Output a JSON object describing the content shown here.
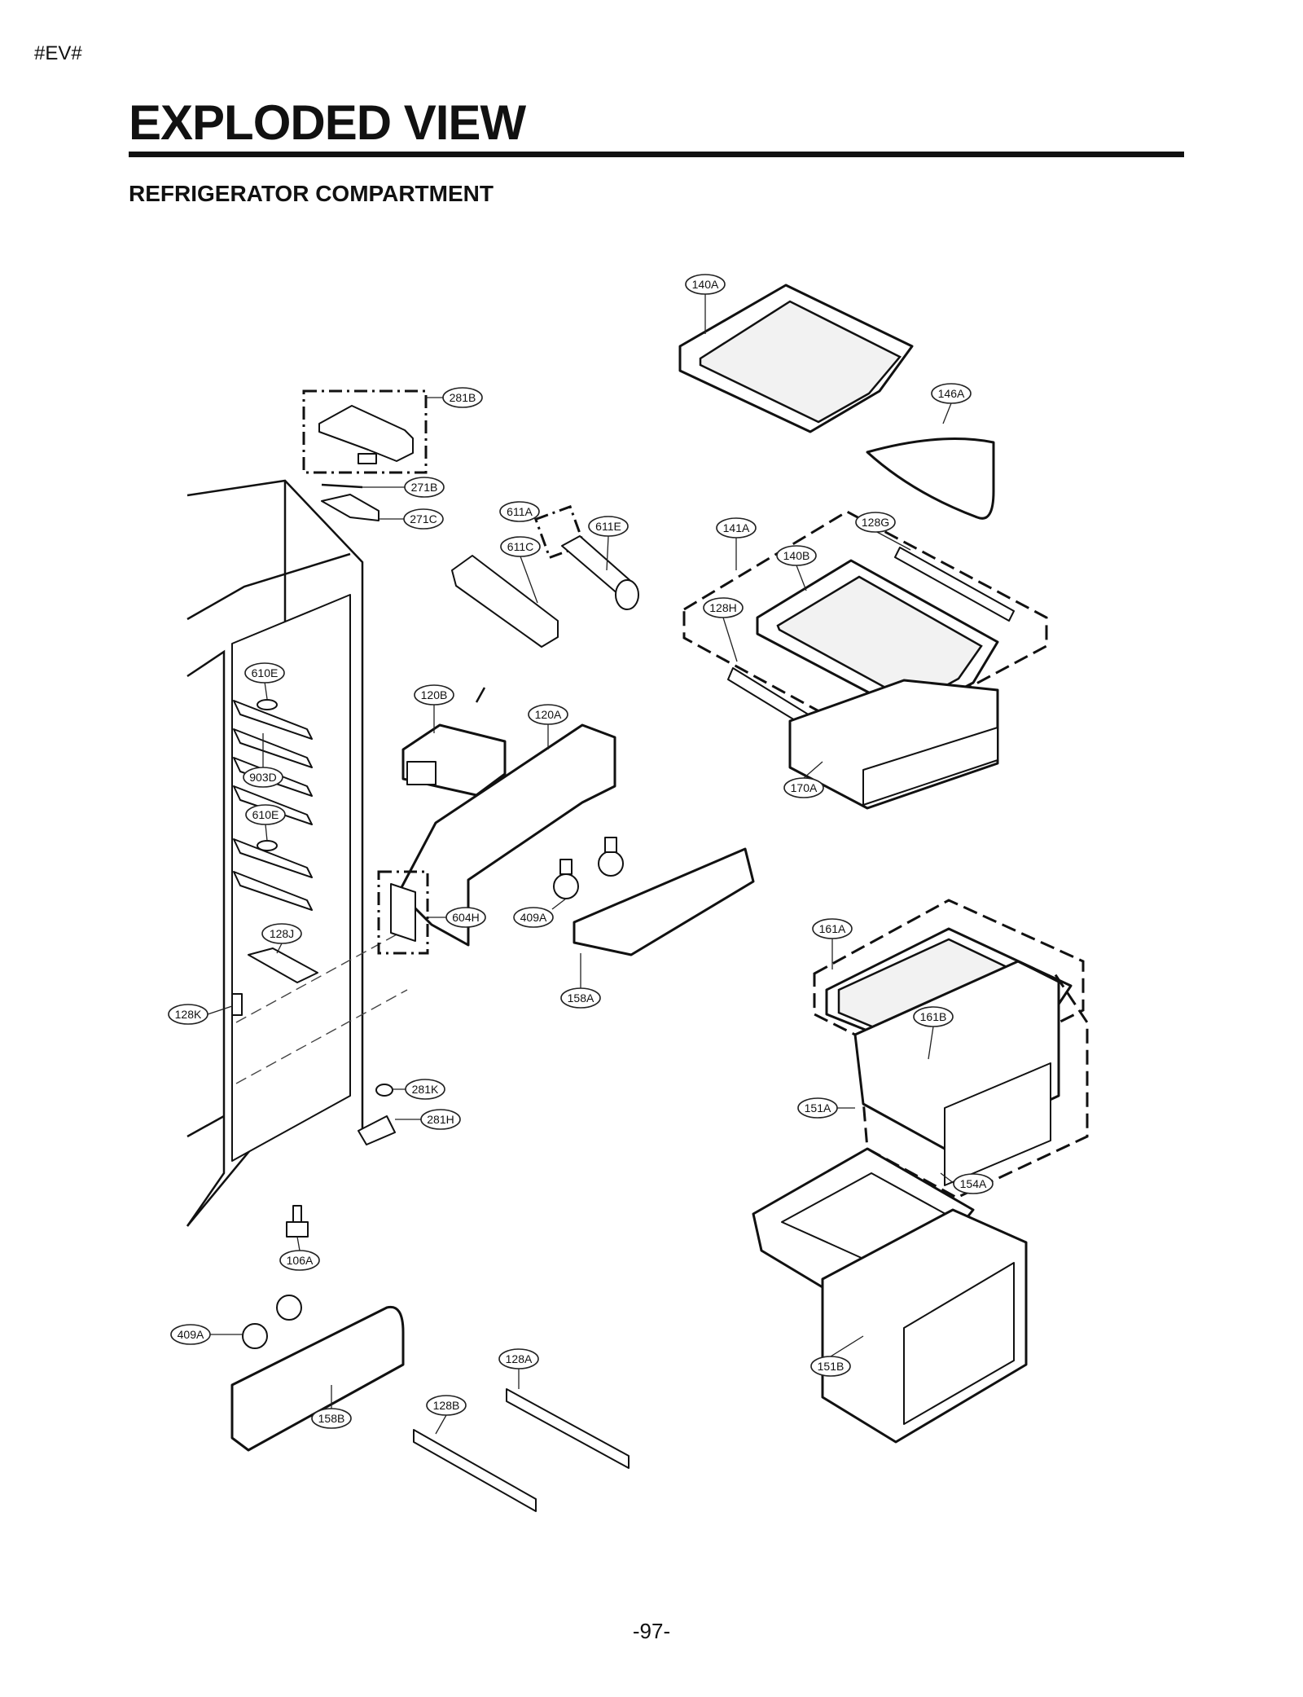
{
  "header": {
    "code": "#EV#",
    "title": "EXPLODED VIEW",
    "subtitle": "REFRIGERATOR COMPARTMENT"
  },
  "callouts": {
    "c140A": "140A",
    "c146A": "146A",
    "c281B": "281B",
    "c271B": "271B",
    "c271C": "271C",
    "c611A": "611A",
    "c611C": "611C",
    "c611E": "611E",
    "c141A": "141A",
    "c128G": "128G",
    "c140B": "140B",
    "c128H": "128H",
    "c610E_1": "610E",
    "c120B": "120B",
    "c120A": "120A",
    "c170A": "170A",
    "c903D": "903D",
    "c610E_2": "610E",
    "c409A_1": "409A",
    "c604H": "604H",
    "c161A": "161A",
    "c128J": "128J",
    "c158A": "158A",
    "c161B": "161B",
    "c128K": "128K",
    "c281K": "281K",
    "c281H": "281H",
    "c151A": "151A",
    "c154A": "154A",
    "c106A": "106A",
    "c409A_2": "409A",
    "c128A": "128A",
    "c151B": "151B",
    "c128B": "128B",
    "c158B": "158B"
  },
  "footer": {
    "page": "-97-"
  }
}
